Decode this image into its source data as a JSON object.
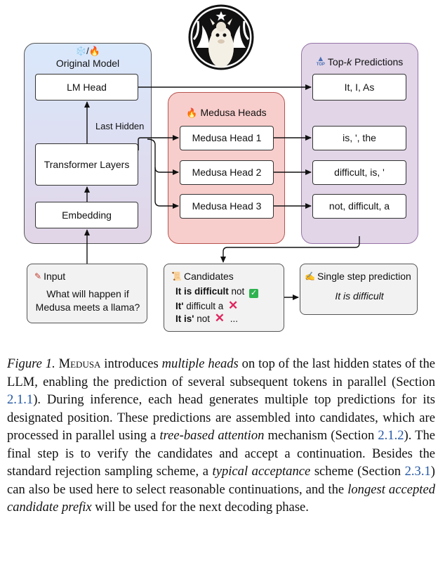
{
  "diagram": {
    "original_model": {
      "title": "Original Model",
      "title_icons": "❄️/🔥",
      "lm_head": "LM Head",
      "transformer": "Transformer Layers",
      "embedding": "Embedding",
      "last_hidden_label": "Last Hidden"
    },
    "medusa_heads": {
      "title": "Medusa Heads",
      "title_icon": "🔥",
      "heads": [
        "Medusa Head 1",
        "Medusa Head 2",
        "Medusa Head 3"
      ]
    },
    "topk": {
      "title_prefix": "Top-",
      "title_k": "k",
      "title_suffix": " Predictions",
      "icon_text": "TOP",
      "predictions": [
        "It, I, As",
        "is, ', the",
        "difficult, is, '",
        "not, difficult, a"
      ]
    },
    "input": {
      "title": "Input",
      "text": "What will happen if Medusa meets a llama?"
    },
    "candidates": {
      "title": "Candidates",
      "rows": [
        {
          "bold": "It is difficult",
          "rest": " not",
          "mark": "check"
        },
        {
          "bold": "It'",
          "rest": " difficult a",
          "mark": "cross"
        },
        {
          "bold": "It is'",
          "rest": " not",
          "mark": "cross",
          "tail": "..."
        }
      ]
    },
    "single_step": {
      "title": "Single step prediction",
      "text": "It is difficult"
    }
  },
  "caption": {
    "label": "Figure 1.",
    "medusa_name": "Medusa",
    "t1": " introduces ",
    "e1": "multiple heads",
    "t2": " on top of the last hidden states of the LLM, enabling the prediction of several subsequent tokens in parallel (Section ",
    "ref1": "2.1.1",
    "t3": "). During inference, each head generates multiple top predictions for its designated position. These predictions are assembled into candidates, which are processed in parallel using a ",
    "e2": "tree-based attention",
    "t4": " mechanism (Section ",
    "ref2": "2.1.2",
    "t5": "). The final step is to verify the candidates and accept a continuation. Besides the standard rejection sampling scheme, a ",
    "e3": "typical acceptance",
    "t6": " scheme (Section ",
    "ref3": "2.3.1",
    "t7": ") can also be used here to select reasonable continuations, and the ",
    "e4": "longest accepted candidate prefix",
    "t8": " will be used for the next decoding phase."
  },
  "colors": {
    "original_panel_top": "#dae8fc",
    "original_panel_bottom": "#e1d5e7",
    "medusa_panel": "#f8cecc",
    "medusa_border": "#b85450",
    "topk_panel": "#e1d5e7",
    "topk_border": "#9673a6",
    "check": "#2fb350",
    "cross": "#e0245e",
    "reference": "#2255a4"
  }
}
